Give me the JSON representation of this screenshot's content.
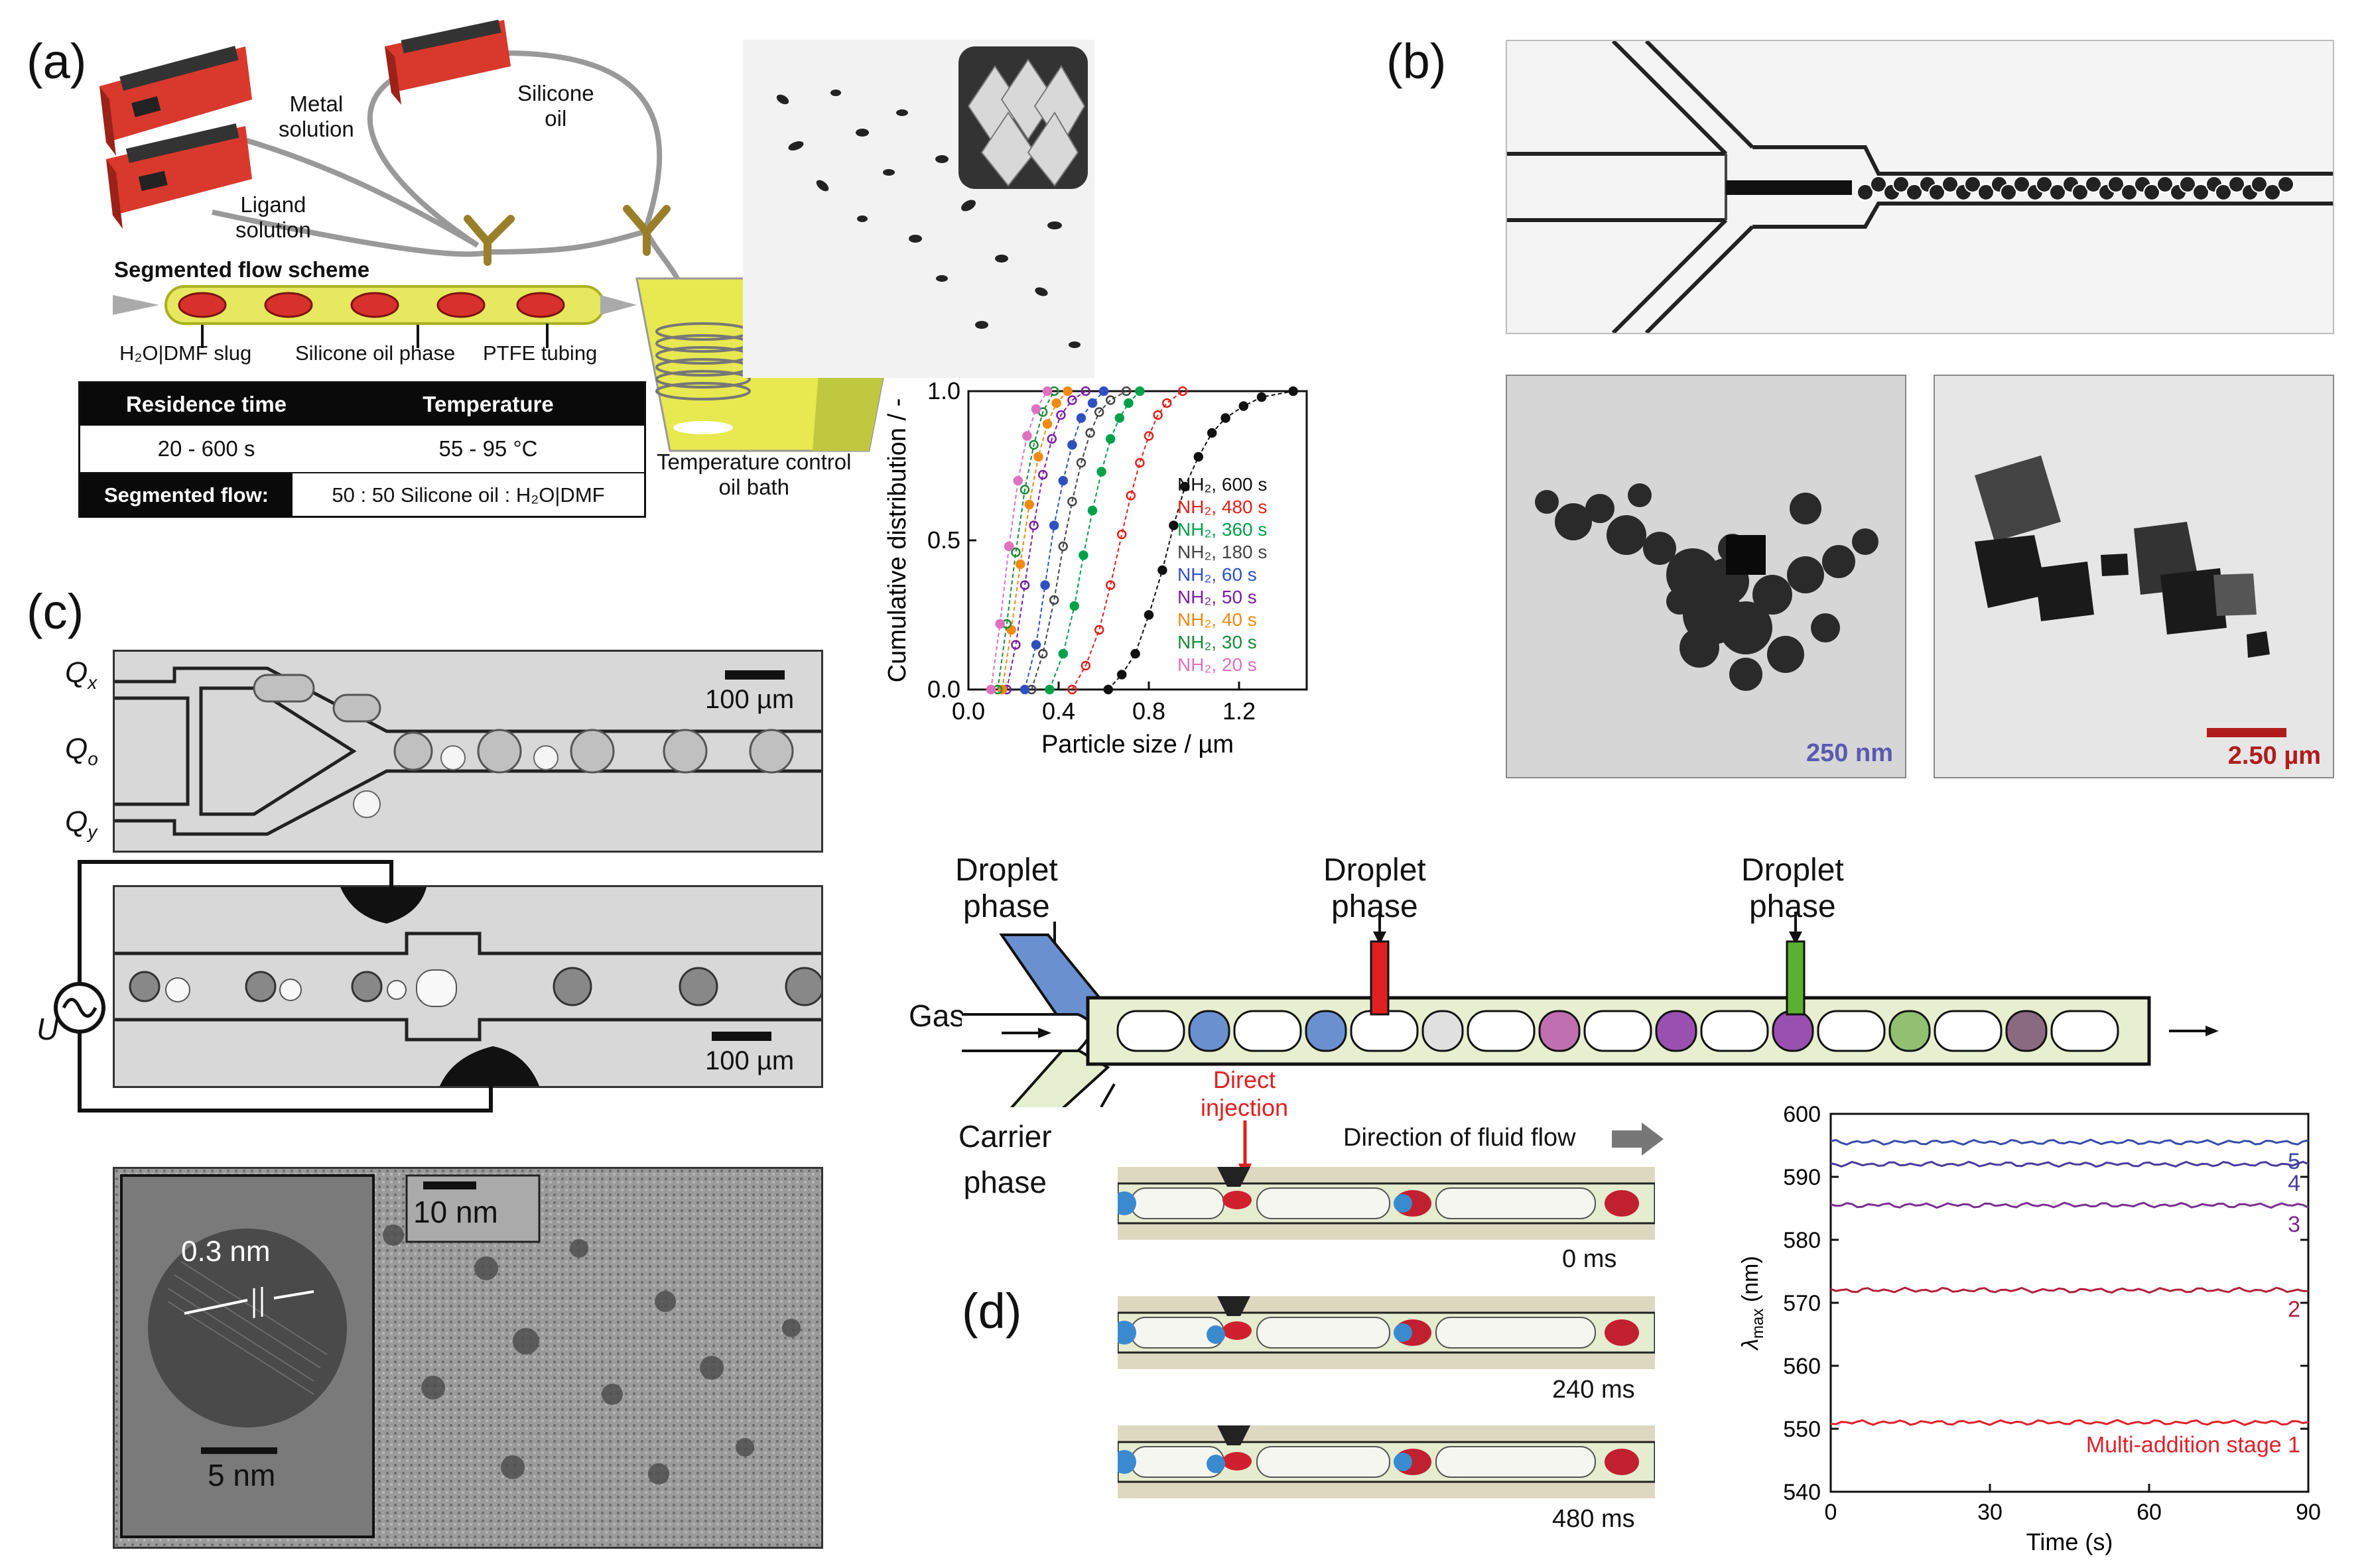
{
  "panel_a": {
    "label": "(a)",
    "metal_solution": [
      "Metal",
      "solution"
    ],
    "silicone_oil": [
      "Silicone",
      "oil"
    ],
    "ligand_solution": [
      "Ligand",
      "solution"
    ],
    "scheme_title": "Segmented flow scheme",
    "slug_label": "H₂O|DMF slug",
    "oil_phase_label": "Silicone oil phase",
    "tubing_label": "PTFE tubing",
    "bath_label": [
      "Temperature control",
      "oil bath"
    ],
    "table": {
      "h1": "Residence time",
      "h2": "Temperature",
      "v1": "20 - 600 s",
      "v2": "55 - 95 °C",
      "seg_label": "Segmented flow:",
      "seg_value": "50 : 50 Silicone oil : H₂O|DMF"
    }
  },
  "chart_data": {
    "type": "scatter",
    "title": "",
    "xlabel": "Particle size / µm",
    "ylabel": "Cumulative distribution / -",
    "xlim": [
      0.0,
      1.5
    ],
    "ylim": [
      0.0,
      1.0
    ],
    "xticks": [
      "0.0",
      "0.4",
      "0.8",
      "1.2"
    ],
    "yticks": [
      "0.0",
      "0.5",
      "1.0"
    ],
    "legend_position": "right",
    "series": [
      {
        "name": "NH₂, 600 s",
        "color": "#111111",
        "x": [
          0.62,
          0.68,
          0.74,
          0.8,
          0.86,
          0.91,
          0.96,
          1.02,
          1.08,
          1.14,
          1.22,
          1.3,
          1.44
        ],
        "y": [
          0.0,
          0.05,
          0.12,
          0.25,
          0.4,
          0.55,
          0.68,
          0.78,
          0.86,
          0.91,
          0.95,
          0.98,
          1.0
        ]
      },
      {
        "name": "NH₂, 480 s",
        "color": "#e0201a",
        "x": [
          0.46,
          0.52,
          0.58,
          0.63,
          0.68,
          0.72,
          0.76,
          0.8,
          0.84,
          0.88,
          0.95
        ],
        "y": [
          0.0,
          0.08,
          0.2,
          0.35,
          0.52,
          0.65,
          0.76,
          0.85,
          0.92,
          0.96,
          1.0
        ]
      },
      {
        "name": "NH₂, 360 s",
        "color": "#00a04a",
        "x": [
          0.36,
          0.42,
          0.47,
          0.51,
          0.55,
          0.59,
          0.63,
          0.67,
          0.71,
          0.76
        ],
        "y": [
          0.0,
          0.12,
          0.28,
          0.45,
          0.6,
          0.73,
          0.84,
          0.91,
          0.96,
          1.0
        ]
      },
      {
        "name": "NH₂, 180 s",
        "color": "#444444",
        "x": [
          0.28,
          0.33,
          0.38,
          0.42,
          0.46,
          0.5,
          0.54,
          0.58,
          0.63,
          0.7
        ],
        "y": [
          0.0,
          0.12,
          0.3,
          0.48,
          0.63,
          0.76,
          0.86,
          0.93,
          0.97,
          1.0
        ]
      },
      {
        "name": "NH₂, 60 s",
        "color": "#3050c0",
        "x": [
          0.25,
          0.3,
          0.34,
          0.38,
          0.42,
          0.46,
          0.5,
          0.55,
          0.6
        ],
        "y": [
          0.0,
          0.15,
          0.35,
          0.55,
          0.7,
          0.82,
          0.91,
          0.96,
          1.0
        ]
      },
      {
        "name": "NH₂, 50 s",
        "color": "#7a1fa0",
        "x": [
          0.17,
          0.21,
          0.25,
          0.29,
          0.33,
          0.37,
          0.41,
          0.46,
          0.52
        ],
        "y": [
          0.0,
          0.15,
          0.35,
          0.55,
          0.72,
          0.84,
          0.92,
          0.97,
          1.0
        ]
      },
      {
        "name": "NH₂, 40 s",
        "color": "#f08a10",
        "x": [
          0.15,
          0.19,
          0.23,
          0.27,
          0.31,
          0.35,
          0.39,
          0.44
        ],
        "y": [
          0.0,
          0.2,
          0.42,
          0.62,
          0.78,
          0.89,
          0.96,
          1.0
        ]
      },
      {
        "name": "NH₂, 30 s",
        "color": "#1a8a3a",
        "x": [
          0.13,
          0.17,
          0.21,
          0.25,
          0.29,
          0.33,
          0.38
        ],
        "y": [
          0.0,
          0.22,
          0.46,
          0.67,
          0.82,
          0.93,
          1.0
        ]
      },
      {
        "name": "NH₂, 20 s",
        "color": "#e070c0",
        "x": [
          0.1,
          0.14,
          0.18,
          0.22,
          0.26,
          0.3,
          0.35
        ],
        "y": [
          0.0,
          0.22,
          0.48,
          0.7,
          0.85,
          0.94,
          1.0
        ]
      }
    ]
  },
  "panel_b": {
    "label": "(b)",
    "scale1": "250 nm",
    "scale2": "2.50 µm",
    "scale1_color": "#5a5ab0",
    "scale2_color": "#b01c1c"
  },
  "panel_c": {
    "label": "(c)",
    "qx": "Q",
    "qx_sub": "x",
    "qo": "Q",
    "qo_sub": "o",
    "qy": "Q",
    "qy_sub": "y",
    "u_label": "U",
    "scale_top": "100 µm",
    "scale_mid": "100 µm",
    "scale_tem": "10 nm",
    "lattice": "0.3 nm",
    "scale_inset": "5 nm"
  },
  "panel_d": {
    "label": "(d)",
    "droplet1": [
      "Droplet",
      "phase"
    ],
    "droplet2": [
      "Droplet",
      "phase"
    ],
    "droplet3": [
      "Droplet",
      "phase"
    ],
    "gas": "Gas",
    "carrier": [
      "Carrier",
      "phase"
    ],
    "direct_injection": [
      "Direct",
      "injection"
    ],
    "flow_direction": "Direction of fluid flow",
    "times": [
      "0 ms",
      "240 ms",
      "480 ms"
    ],
    "plot": {
      "ylabel": "λ",
      "ylabel_sub": "max",
      "ylabel_unit": " (nm)",
      "xlabel": "Time (s)",
      "yticks": [
        "540",
        "550",
        "560",
        "570",
        "580",
        "590",
        "600"
      ],
      "xticks": [
        "0",
        "30",
        "60",
        "90"
      ],
      "ylim": [
        540,
        600
      ],
      "xlim": [
        0,
        90
      ],
      "lines": [
        {
          "label": "5",
          "value": 595.5,
          "color": "#3a4aa8"
        },
        {
          "label": "4",
          "value": 592,
          "color": "#4a3a9a"
        },
        {
          "label": "3",
          "value": 585.5,
          "color": "#7a2e90"
        },
        {
          "label": "2",
          "value": 572,
          "color": "#b0203a"
        },
        {
          "label": "Multi-addition stage 1",
          "value": 551,
          "color": "#e0202a"
        }
      ]
    }
  }
}
